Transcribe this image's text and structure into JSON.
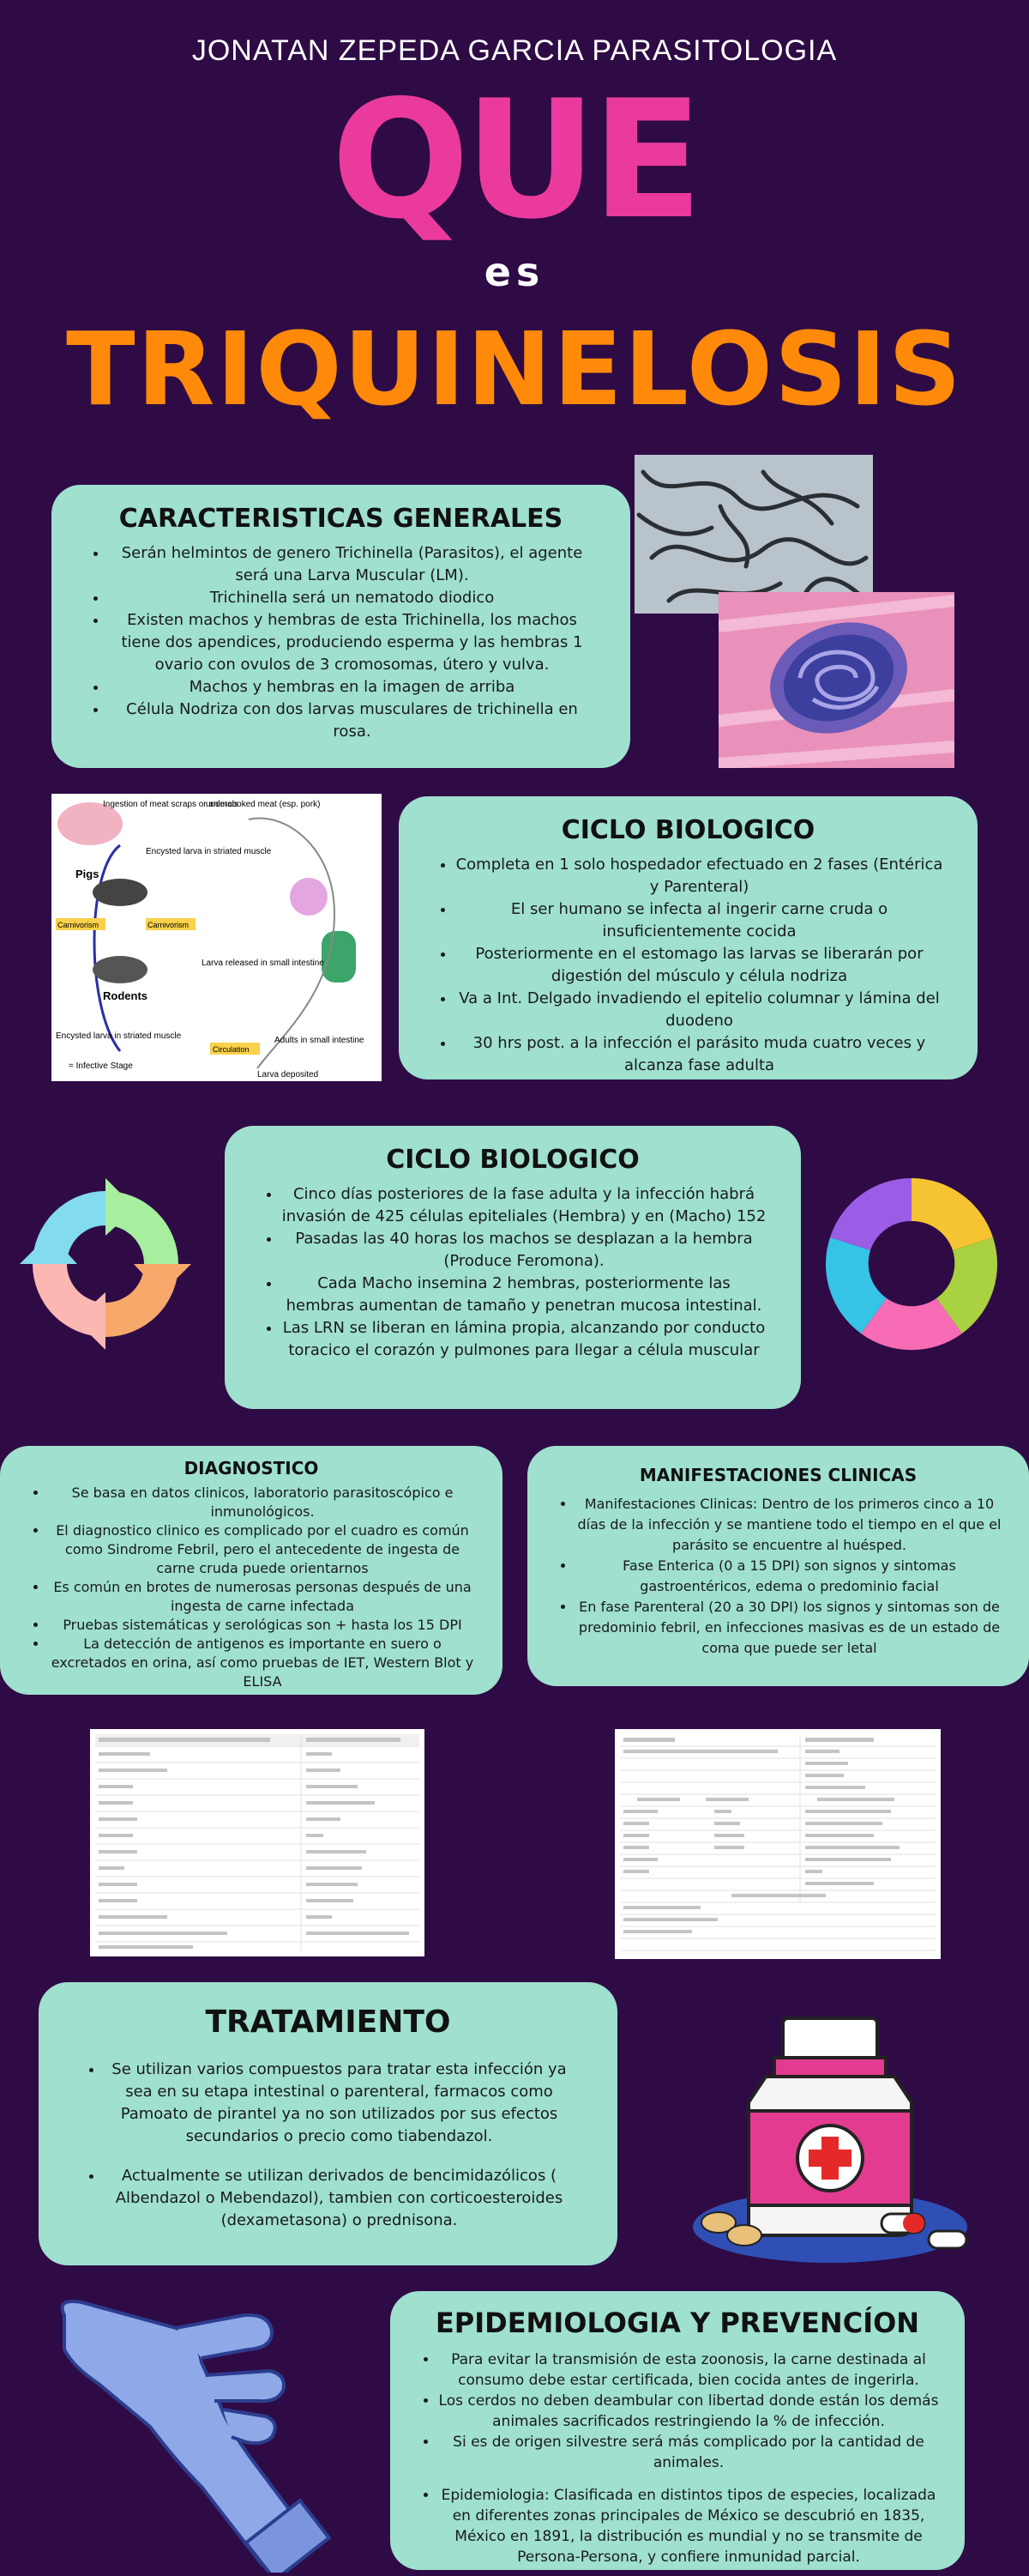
{
  "header": {
    "author": "JONATAN ZEPEDA GARCIA PARASITOLOGIA",
    "title_top": "QUE",
    "title_mid": "es",
    "title_bottom": "TRIQUINELOSIS"
  },
  "colors": {
    "background": "#2e0b45",
    "card": "#9fe0cf",
    "pink": "#ea3a9d",
    "orange": "#ff8a0a"
  },
  "generales": {
    "title": "CARACTERISTICAS GENERALES",
    "items": [
      "Serán helmintos de genero Trichinella (Parasitos), el agente será una Larva Muscular (LM).",
      "Trichinella será un nematodo diodico",
      "Existen machos y hembras de esta Trichinella, los machos tiene dos apendices, produciendo esperma y las hembras 1 ovario con ovulos de 3 cromosomas, útero y vulva.",
      "Machos y hembras en la imagen de arriba",
      "Célula Nodriza con dos larvas musculares de trichinella en rosa."
    ]
  },
  "ciclo1": {
    "title": "CICLO BIOLOGICO",
    "items": [
      "Completa en 1 solo hospedador efectuado en 2 fases (Entérica y Parenteral)",
      "El ser humano se infecta al ingerir carne cruda o insuficientemente cocida",
      "Posteriormente en el estomago las larvas se liberarán por digestión del músculo y célula nodriza",
      "Va a Int. Delgado invadiendo el epitelio columnar y lámina del duodeno",
      "30  hrs post. a la infección el parásito muda cuatro veces y alcanza fase adulta"
    ]
  },
  "cycle_diagram": {
    "label_ingestion": "Ingestion of meat scraps or animals",
    "label_undercooked": "undercooked meat (esp. pork)",
    "label_encysted": "Encysted larva in striated muscle",
    "label_pigs": "Pigs",
    "label_rodents": "Rodents",
    "label_carnivorism": "Carnivorism",
    "label_released": "Larva released in small intestine",
    "label_adults": "Adults in small intestine",
    "label_circulation": "Circulation",
    "label_deposited": "Larva deposited",
    "label_infective": "= Infective Stage"
  },
  "ciclo2": {
    "title": "CICLO BIOLOGICO",
    "items": [
      "Cinco días posteriores de la fase adulta y la infección habrá invasión de 425 células epiteliales (Hembra) y en (Macho) 152",
      "Pasadas las 40 horas los machos se desplazan a la hembra (Produce Feromona).",
      "Cada Macho insemina 2 hembras, posteriormente las hembras aumentan de tamaño y penetran mucosa intestinal.",
      "Las LRN se liberan en lámina propia, alcanzando por conducto toracico el corazón y pulmones para llegar a célula muscular"
    ]
  },
  "diagnostico": {
    "title": "DIAGNOSTICO",
    "items": [
      "Se basa en datos clinicos, laboratorio parasitoscópico e inmunológicos.",
      "El diagnostico clinico es complicado por el cuadro es común como Sindrome Febril, pero el antecedente de ingesta de carne cruda puede orientarnos",
      "Es común en brotes de numerosas personas después de una ingesta de carne infectada",
      "Pruebas sistemáticas y serológicas son + hasta los 15 DPI",
      "La detección de antigenos es importante en suero o excretados en orina, así como pruebas de IET, Western Blot y ELISA"
    ]
  },
  "manifestaciones": {
    "title": "MANIFESTACIONES CLINICAS",
    "items": [
      "Manifestaciones Clinicas: Dentro de los primeros cinco a 10 días de la infección y se mantiene todo el tiempo en el que el parásito se encuentre al huésped.",
      "Fase Enterica (0 a 15 DPI) son signos y sintomas gastroentéricos, edema o predominio facial",
      "En fase Parenteral (20 a 30 DPI) los signos y sintomas son de predominio febril, en infecciones masivas es de un estado de coma que puede ser letal"
    ]
  },
  "tratamiento": {
    "title": "TRATAMIENTO",
    "items": [
      "Se utilizan varios compuestos para tratar esta infección ya sea en su etapa intestinal o parenteral, farmacos como Pamoato de pirantel ya no son utilizados por sus efectos secundarios o precio como tiabendazol.",
      "Actualmente se utilizan derivados de bencimidazólicos ( Albendazol o Mebendazol), tambien con corticoesteroides (dexametasona) o prednisona."
    ]
  },
  "epidemiologia": {
    "title": "EPIDEMIOLOGIA Y PREVENCÍON",
    "items": [
      "Para evitar la transmisión de esta zoonosis, la carne destinada al consumo debe estar certificada, bien cocida antes de ingerirla.",
      "Los cerdos no deben deambular con libertad donde están los demás animales sacrificados restringiendo la % de infección.",
      "Si es de origen silvestre será más complicado por la cantidad de animales.",
      "Epidemiologia: Clasificada en distintos tipos de especies, localizada en diferentes zonas principales de México se descubrió en 1835, México en 1891, la distribución es mundial y no se transmite de Persona-Persona, y confiere inmunidad parcial."
    ]
  }
}
